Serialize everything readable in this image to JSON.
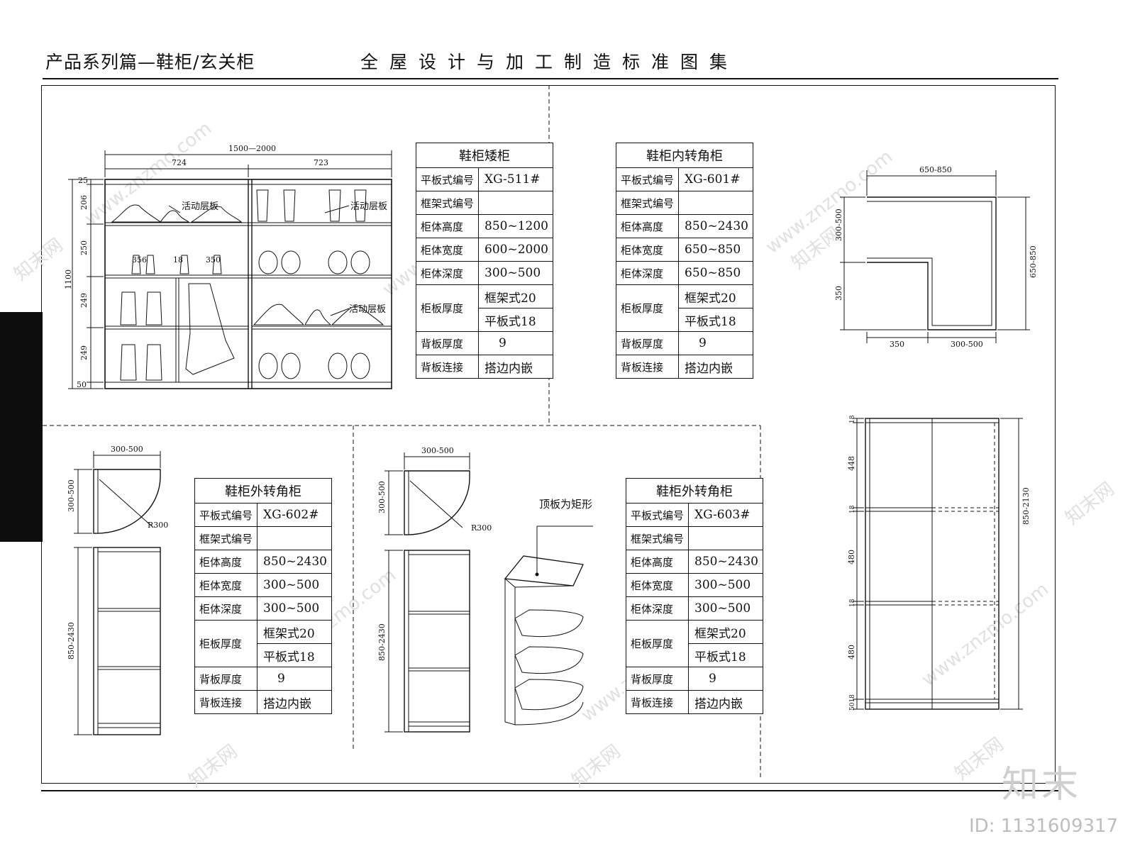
{
  "header": {
    "left_title": "产品系列篇—鞋柜/玄关柜",
    "right_title": "全屋设计与加工制造标准图集"
  },
  "watermark": {
    "site": "www.znzmo.com",
    "cn": "知末网",
    "brand": "知末",
    "id_text": "ID: 1131609317"
  },
  "tables": [
    {
      "title": "鞋柜矮柜",
      "rows": [
        {
          "k": "平板式编号",
          "v": "XG-511#"
        },
        {
          "k": "框架式编号",
          "v": ""
        },
        {
          "k": "柜体高度",
          "v": "850~1200"
        },
        {
          "k": "柜体宽度",
          "v": "600~2000"
        },
        {
          "k": "柜体深度",
          "v": "300~500"
        }
      ],
      "panel_key": "柜板厚度",
      "panel_v1": "框架式20",
      "panel_v2": "平板式18",
      "tail": [
        {
          "k": "背板厚度",
          "v": "9"
        },
        {
          "k": "背板连接",
          "v": "搭边内嵌"
        }
      ]
    },
    {
      "title": "鞋柜内转角柜",
      "rows": [
        {
          "k": "平板式编号",
          "v": "XG-601#"
        },
        {
          "k": "框架式编号",
          "v": ""
        },
        {
          "k": "柜体高度",
          "v": "850~2430"
        },
        {
          "k": "柜体宽度",
          "v": "650~850"
        },
        {
          "k": "柜体深度",
          "v": "650~850"
        }
      ],
      "panel_key": "柜板厚度",
      "panel_v1": "框架式20",
      "panel_v2": "平板式18",
      "tail": [
        {
          "k": "背板厚度",
          "v": "9"
        },
        {
          "k": "背板连接",
          "v": "搭边内嵌"
        }
      ]
    },
    {
      "title": "鞋柜外转角柜",
      "rows": [
        {
          "k": "平板式编号",
          "v": "XG-602#"
        },
        {
          "k": "框架式编号",
          "v": ""
        },
        {
          "k": "柜体高度",
          "v": "850~2430"
        },
        {
          "k": "柜体宽度",
          "v": "300~500"
        },
        {
          "k": "柜体深度",
          "v": "300~500"
        }
      ],
      "panel_key": "柜板厚度",
      "panel_v1": "框架式20",
      "panel_v2": "平板式18",
      "tail": [
        {
          "k": "背板厚度",
          "v": "9"
        },
        {
          "k": "背板连接",
          "v": "搭边内嵌"
        }
      ]
    },
    {
      "title": "鞋柜外转角柜",
      "rows": [
        {
          "k": "平板式编号",
          "v": "XG-603#"
        },
        {
          "k": "框架式编号",
          "v": ""
        },
        {
          "k": "柜体高度",
          "v": "850~2430"
        },
        {
          "k": "柜体宽度",
          "v": "300~500"
        },
        {
          "k": "柜体深度",
          "v": "300~500"
        }
      ],
      "panel_key": "柜板厚度",
      "panel_v1": "框架式20",
      "panel_v2": "平板式18",
      "tail": [
        {
          "k": "背板厚度",
          "v": "9"
        },
        {
          "k": "背板连接",
          "v": "搭边内嵌"
        }
      ]
    }
  ],
  "drawing1": {
    "overall_width": "1500—2000",
    "left_width": "724",
    "right_width": "723",
    "height": "1100",
    "h_top": "25",
    "h1": "206",
    "h2": "250",
    "h3": "249",
    "h4": "249",
    "h_base": "50",
    "shelf_note_1": "活动层板",
    "shelf_note_2": "活动层板",
    "shelf_note_3": "活动层板",
    "inner_a": "356",
    "inner_b": "18",
    "inner_c": "350"
  },
  "drawing2": {
    "top_width": "650-850",
    "left_depth": "300-500",
    "left_lower": "350",
    "right_height": "650-850",
    "bottom_left": "350",
    "bottom_right": "300-500"
  },
  "drawing3": {
    "width": "300-500",
    "depth": "300-500",
    "radius": "R300",
    "height": "850-2430"
  },
  "drawing4": {
    "width": "300-500",
    "depth": "300-500",
    "radius": "R300",
    "height": "850-2430",
    "note": "顶板为矩形"
  },
  "drawing5": {
    "height": "850-2130",
    "d1": "18",
    "d2": "448",
    "d3": "18",
    "d4": "480",
    "d5": "18",
    "d6": "480",
    "d7": "5018"
  }
}
